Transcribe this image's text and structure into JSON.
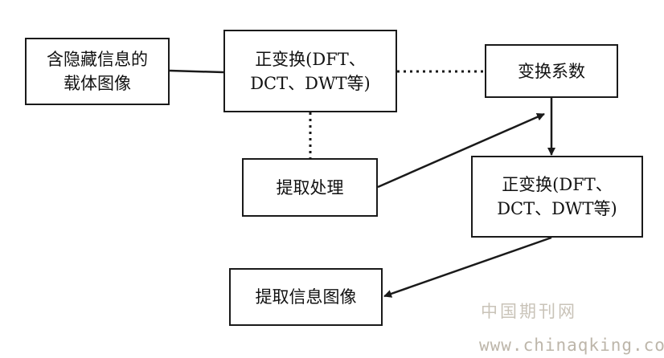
{
  "nodes": {
    "carrier": "含隐藏信息的\n载体图像",
    "forward1": "正变换(DFT、\nDCT、DWT等)",
    "coeffs": "变换系数",
    "extract": "提取处理",
    "forward2": "正变换(DFT、\nDCT、DWT等)",
    "output": "提取信息图像"
  },
  "edges": [
    {
      "from": "carrier",
      "to": "forward1",
      "style": "solid",
      "arrow": false
    },
    {
      "from": "forward1",
      "to": "coeffs",
      "style": "dotted",
      "arrow": false
    },
    {
      "from": "forward1",
      "to": "extract",
      "style": "dotted",
      "arrow": false
    },
    {
      "from": "extract",
      "to": "coeffs",
      "style": "solid",
      "arrow": true
    },
    {
      "from": "coeffs",
      "to": "forward2",
      "style": "solid",
      "arrow": true
    },
    {
      "from": "forward2",
      "to": "output",
      "style": "solid",
      "arrow": true
    }
  ],
  "watermark": {
    "site_name": "中国期刊网",
    "url": "www.chinaqking.com"
  },
  "colors": {
    "stroke": "#1a1a1a",
    "watermark": "#c9c3b8"
  }
}
